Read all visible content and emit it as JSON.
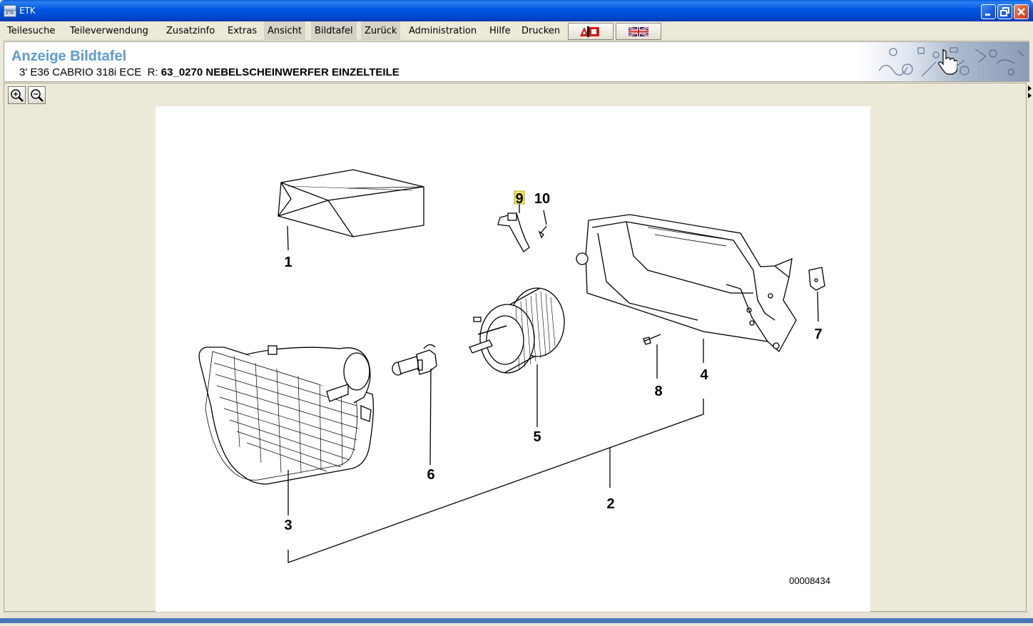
{
  "window": {
    "title": "ETK",
    "icon_label": "ETK"
  },
  "menu": [
    {
      "label": "Teilesuche"
    },
    {
      "label": "Teileverwendung"
    },
    {
      "label": "Zusatzinfo"
    },
    {
      "label": "Extras"
    },
    {
      "label": "Ansicht"
    },
    {
      "label": "Bildtafel"
    },
    {
      "label": "Zurück"
    },
    {
      "label": "Administration"
    },
    {
      "label": "Hilfe"
    },
    {
      "label": "Drucken"
    }
  ],
  "toolbar_icons": [
    "ao-flag-icon",
    "uk-flag-icon"
  ],
  "header": {
    "title": "Anzeige Bildtafel",
    "vehicle": "3' E36 CABRIO 318i ECE",
    "ref_prefix": "R:",
    "ref_title": "63_0270 NEBELSCHEINWERFER EINZELTEILE"
  },
  "diagram": {
    "part_labels": [
      "1",
      "2",
      "3",
      "4",
      "5",
      "6",
      "7",
      "8",
      "9",
      "10"
    ],
    "highlighted_label": "9",
    "drawing_number": "00008434"
  },
  "colors": {
    "header_title": "#5b9bd5",
    "highlight": "#f2e85a",
    "titlebar": "#0055e5"
  }
}
